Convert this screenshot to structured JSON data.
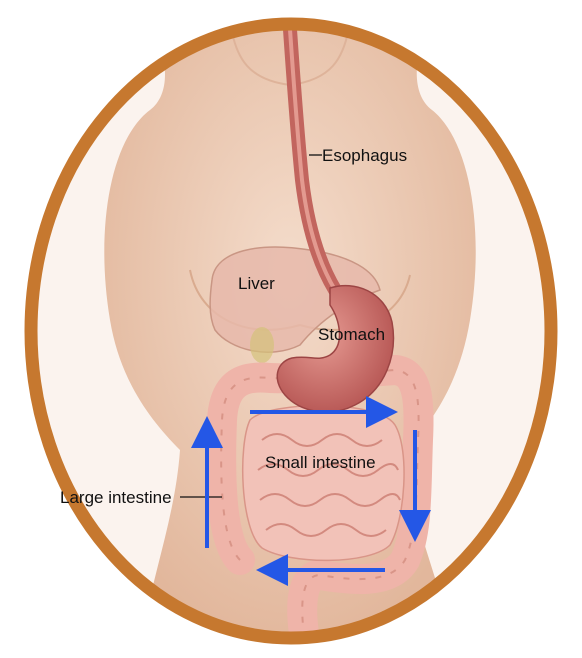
{
  "labels": {
    "esophagus": "Esophagus",
    "liver": "Liver",
    "stomach": "Stomach",
    "small_intestine": "Small intestine",
    "large_intestine": "Large intestine"
  },
  "colors": {
    "frame_ring": "#c6782f",
    "skin": "#eecdb4",
    "skin_shadow": "#d9ab8f",
    "liver": "#e6b9aa",
    "esophagus": "#c2655e",
    "stomach": "#c96a6a",
    "intestine": "#efb4a9",
    "intestine_shadow": "#d99588",
    "flow_arrow": "#2457e6"
  },
  "icons": {
    "flow": "arrow-icon"
  }
}
